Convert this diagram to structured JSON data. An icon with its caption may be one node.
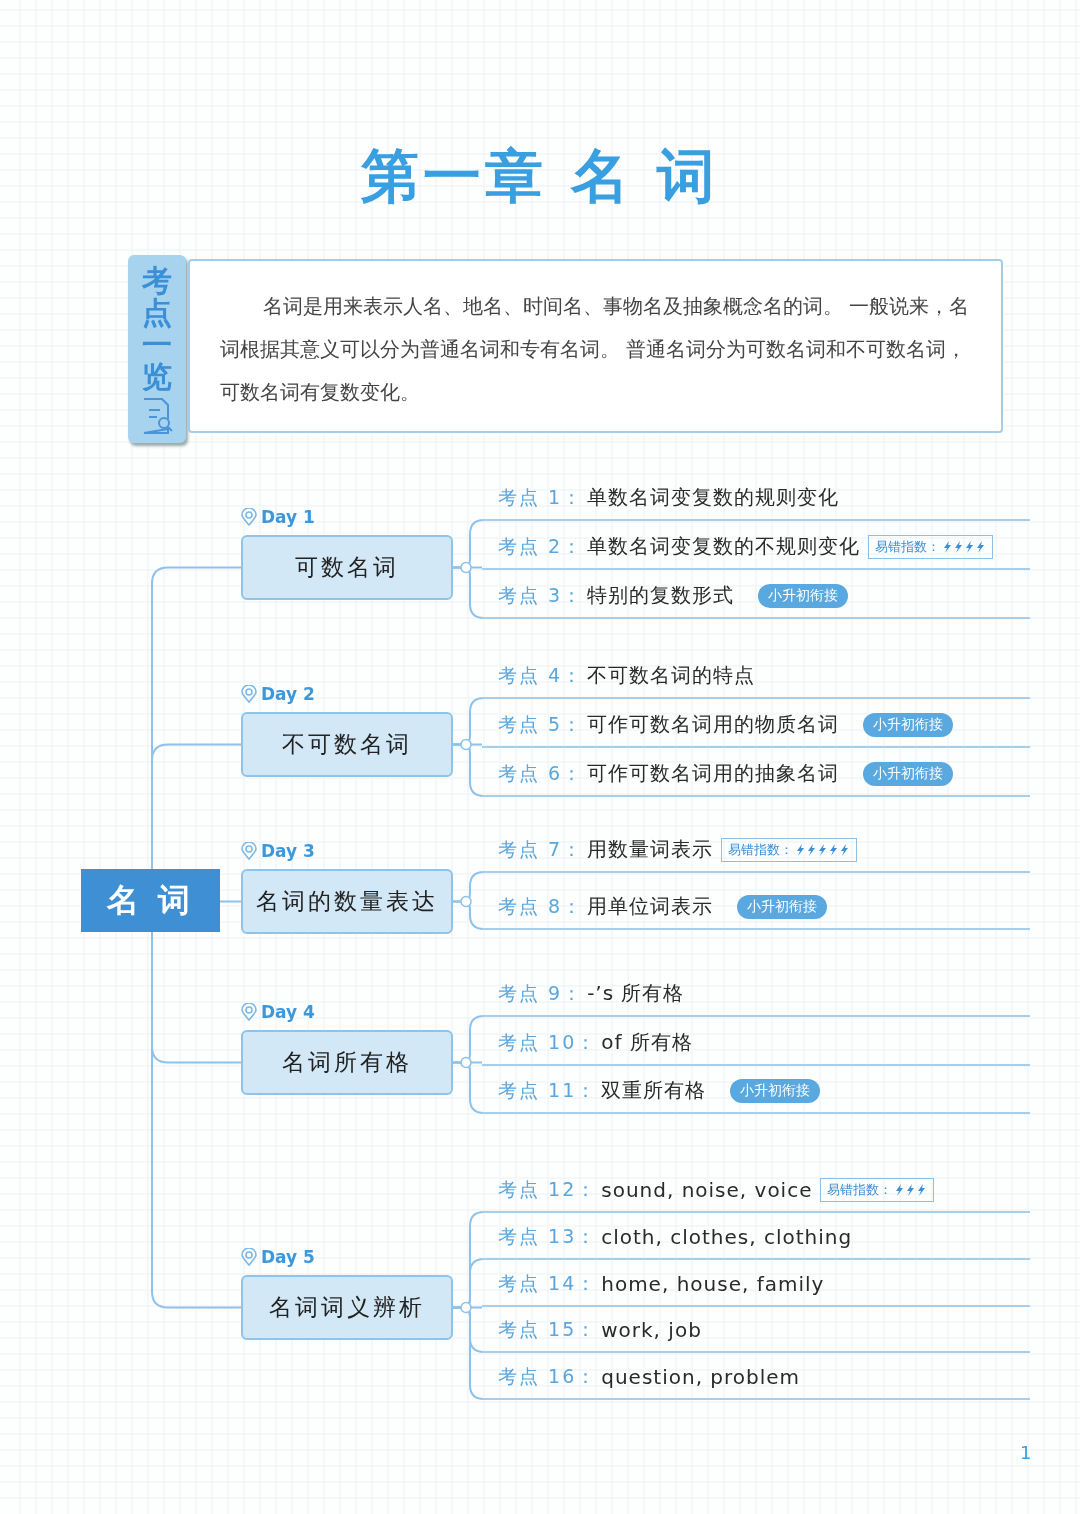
{
  "diagram": {
    "title": "第一章 名 词",
    "nodes": [
      {
        "text": [
          "考点一览",
          "名词是用来表示人名、地名、时间名、事物名及抽象概念名的词。 一般说来，名词根据其意义可以分为普通名词和专有名词。 普通名词分为可数名词和不可数名词，可数名词有复数变化。"
        ]
      },
      {
        "text": [
          "名 词"
        ]
      },
      {
        "text": [
          "可数名词"
        ],
        "beside": [
          "Day 1"
        ]
      },
      {
        "text": [
          "不可数名词"
        ],
        "beside": [
          "Day 2"
        ]
      },
      {
        "text": [
          "名词的数量表达"
        ],
        "beside": [
          "Day 3"
        ]
      },
      {
        "text": [
          "名词所有格"
        ],
        "beside": [
          "Day 4"
        ]
      },
      {
        "text": [
          "名词词义辨析"
        ],
        "beside": [
          "Day 5"
        ]
      },
      {
        "text": [
          "考点 1：",
          "单数名词变复数的规则变化"
        ]
      },
      {
        "text": [
          "考点 2：",
          "单数名词变复数的不规则变化",
          "易错指数："
        ]
      },
      {
        "text": [
          "考点 3：",
          "特别的复数形式",
          "小升初衔接"
        ]
      },
      {
        "text": [
          "考点 4：",
          "不可数名词的特点"
        ]
      },
      {
        "text": [
          "考点 5：",
          "可作可数名词用的物质名词",
          "小升初衔接"
        ]
      },
      {
        "text": [
          "考点 6：",
          "可作可数名词用的抽象名词",
          "小升初衔接"
        ]
      },
      {
        "text": [
          "考点 7：",
          "用数量词表示",
          "易错指数："
        ]
      },
      {
        "text": [
          "考点 8：",
          "用单位词表示",
          "小升初衔接"
        ]
      },
      {
        "text": [
          "考点 9：",
          "-’s 所有格"
        ]
      },
      {
        "text": [
          "考点 10：",
          "of 所有格"
        ]
      },
      {
        "text": [
          "考点 11：",
          "双重所有格",
          "小升初衔接"
        ]
      },
      {
        "text": [
          "考点 12：",
          "sound, noise, voice",
          "易错指数："
        ]
      },
      {
        "text": [
          "考点 13：",
          "cloth, clothes, clothing"
        ]
      },
      {
        "text": [
          "考点 14：",
          "home, house, family"
        ]
      },
      {
        "text": [
          "考点 15：",
          "work, job"
        ]
      },
      {
        "text": [
          "考点 16：",
          "question, problem"
        ]
      }
    ],
    "edges": [
      {
        "from": 1,
        "to": 2,
        "arrow": "none"
      },
      {
        "from": 1,
        "to": 3,
        "arrow": "none"
      },
      {
        "from": 1,
        "to": 4,
        "arrow": "none"
      },
      {
        "from": 1,
        "to": 5,
        "arrow": "none"
      },
      {
        "from": 1,
        "to": 6,
        "arrow": "none"
      },
      {
        "from": 2,
        "to": 7,
        "arrow": "none"
      },
      {
        "from": 2,
        "to": 8,
        "arrow": "none"
      },
      {
        "from": 2,
        "to": 9,
        "arrow": "none"
      },
      {
        "from": 3,
        "to": 10,
        "arrow": "none"
      },
      {
        "from": 3,
        "to": 11,
        "arrow": "none"
      },
      {
        "from": 3,
        "to": 12,
        "arrow": "none"
      },
      {
        "from": 4,
        "to": 13,
        "arrow": "none"
      },
      {
        "from": 4,
        "to": 14,
        "arrow": "none"
      },
      {
        "from": 5,
        "to": 15,
        "arrow": "none"
      },
      {
        "from": 5,
        "to": 16,
        "arrow": "none"
      },
      {
        "from": 5,
        "to": 17,
        "arrow": "none"
      },
      {
        "from": 6,
        "to": 18,
        "arrow": "none"
      },
      {
        "from": 6,
        "to": 19,
        "arrow": "none"
      },
      {
        "from": 6,
        "to": 20,
        "arrow": "none"
      },
      {
        "from": 6,
        "to": 21,
        "arrow": "none"
      },
      {
        "from": 6,
        "to": 22,
        "arrow": "none"
      }
    ],
    "labels": [
      "1"
    ]
  }
}
